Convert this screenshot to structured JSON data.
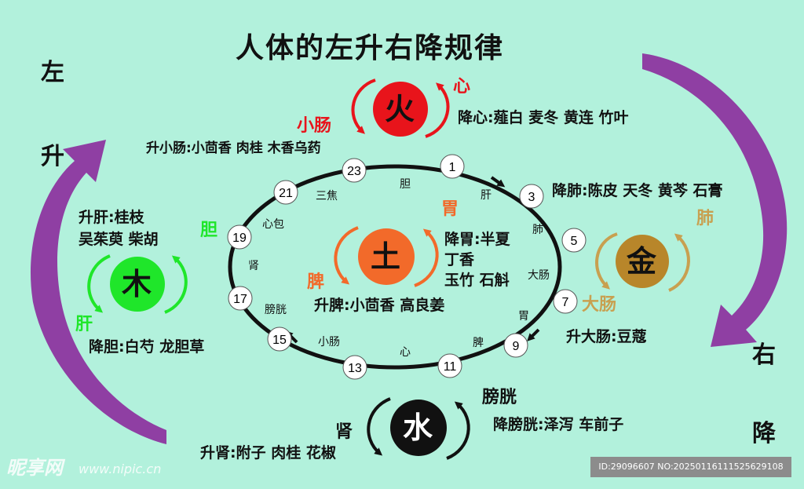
{
  "title": "人体的左升右降规律",
  "left_rise": [
    "左",
    "升"
  ],
  "right_fall": [
    "右",
    "降"
  ],
  "elements": {
    "fire": "火",
    "earth": "土",
    "wood": "木",
    "metal": "金",
    "water": "水"
  },
  "organs": {
    "heart": "心",
    "small_intestine": "小肠",
    "stomach": "胃",
    "spleen": "脾",
    "gallbladder": "胆",
    "liver": "肝",
    "lung": "肺",
    "large_intestine": "大肠",
    "bladder": "膀胱",
    "kidney": "肾"
  },
  "herbs": {
    "descend_heart": "降心:薤白 麦冬 黄连 竹叶",
    "raise_small_intestine": "升小肠:小茴香 肉桂 木香乌药",
    "descend_lung": "降肺:陈皮 天冬 黄芩 石膏",
    "raise_liver_1": "升肝:桂枝",
    "raise_liver_2": "吴茱萸 柴胡",
    "descend_stomach_1": "降胃:半夏",
    "descend_stomach_2": "丁香",
    "descend_stomach_3": "玉竹 石斛",
    "raise_spleen": "升脾:小茴香 高良姜",
    "raise_large_intestine": "升大肠:豆蔻",
    "descend_gallbladder": "降胆:白芍 龙胆草",
    "descend_bladder": "降膀胱:泽泻 车前子",
    "raise_kidney": "升肾:附子 肉桂 花椒"
  },
  "clock": {
    "hours": [
      "1",
      "3",
      "5",
      "7",
      "9",
      "11",
      "13",
      "15",
      "17",
      "19",
      "21",
      "23"
    ],
    "meridians": {
      "gallbladder": "胆",
      "liver": "肝",
      "lung": "肺",
      "large_intestine": "大肠",
      "stomach": "胃",
      "spleen": "脾",
      "heart": "心",
      "small_intestine": "小肠",
      "bladder": "膀胱",
      "kidney": "肾",
      "pericardium": "心包",
      "triple_burner": "三焦"
    }
  },
  "watermark": {
    "logo": "昵享网",
    "url": "www.nipic.cn",
    "id": "ID:29096607 NO:20250116111525629108"
  },
  "colors": {
    "background": "#b2f1dc",
    "fire": "#e8141b",
    "earth": "#f26a2a",
    "wood": "#1fe62a",
    "metal": "#b8862a",
    "metal_label": "#c8a050",
    "water": "#111111",
    "purple_arrow": "#8f3fa3"
  }
}
